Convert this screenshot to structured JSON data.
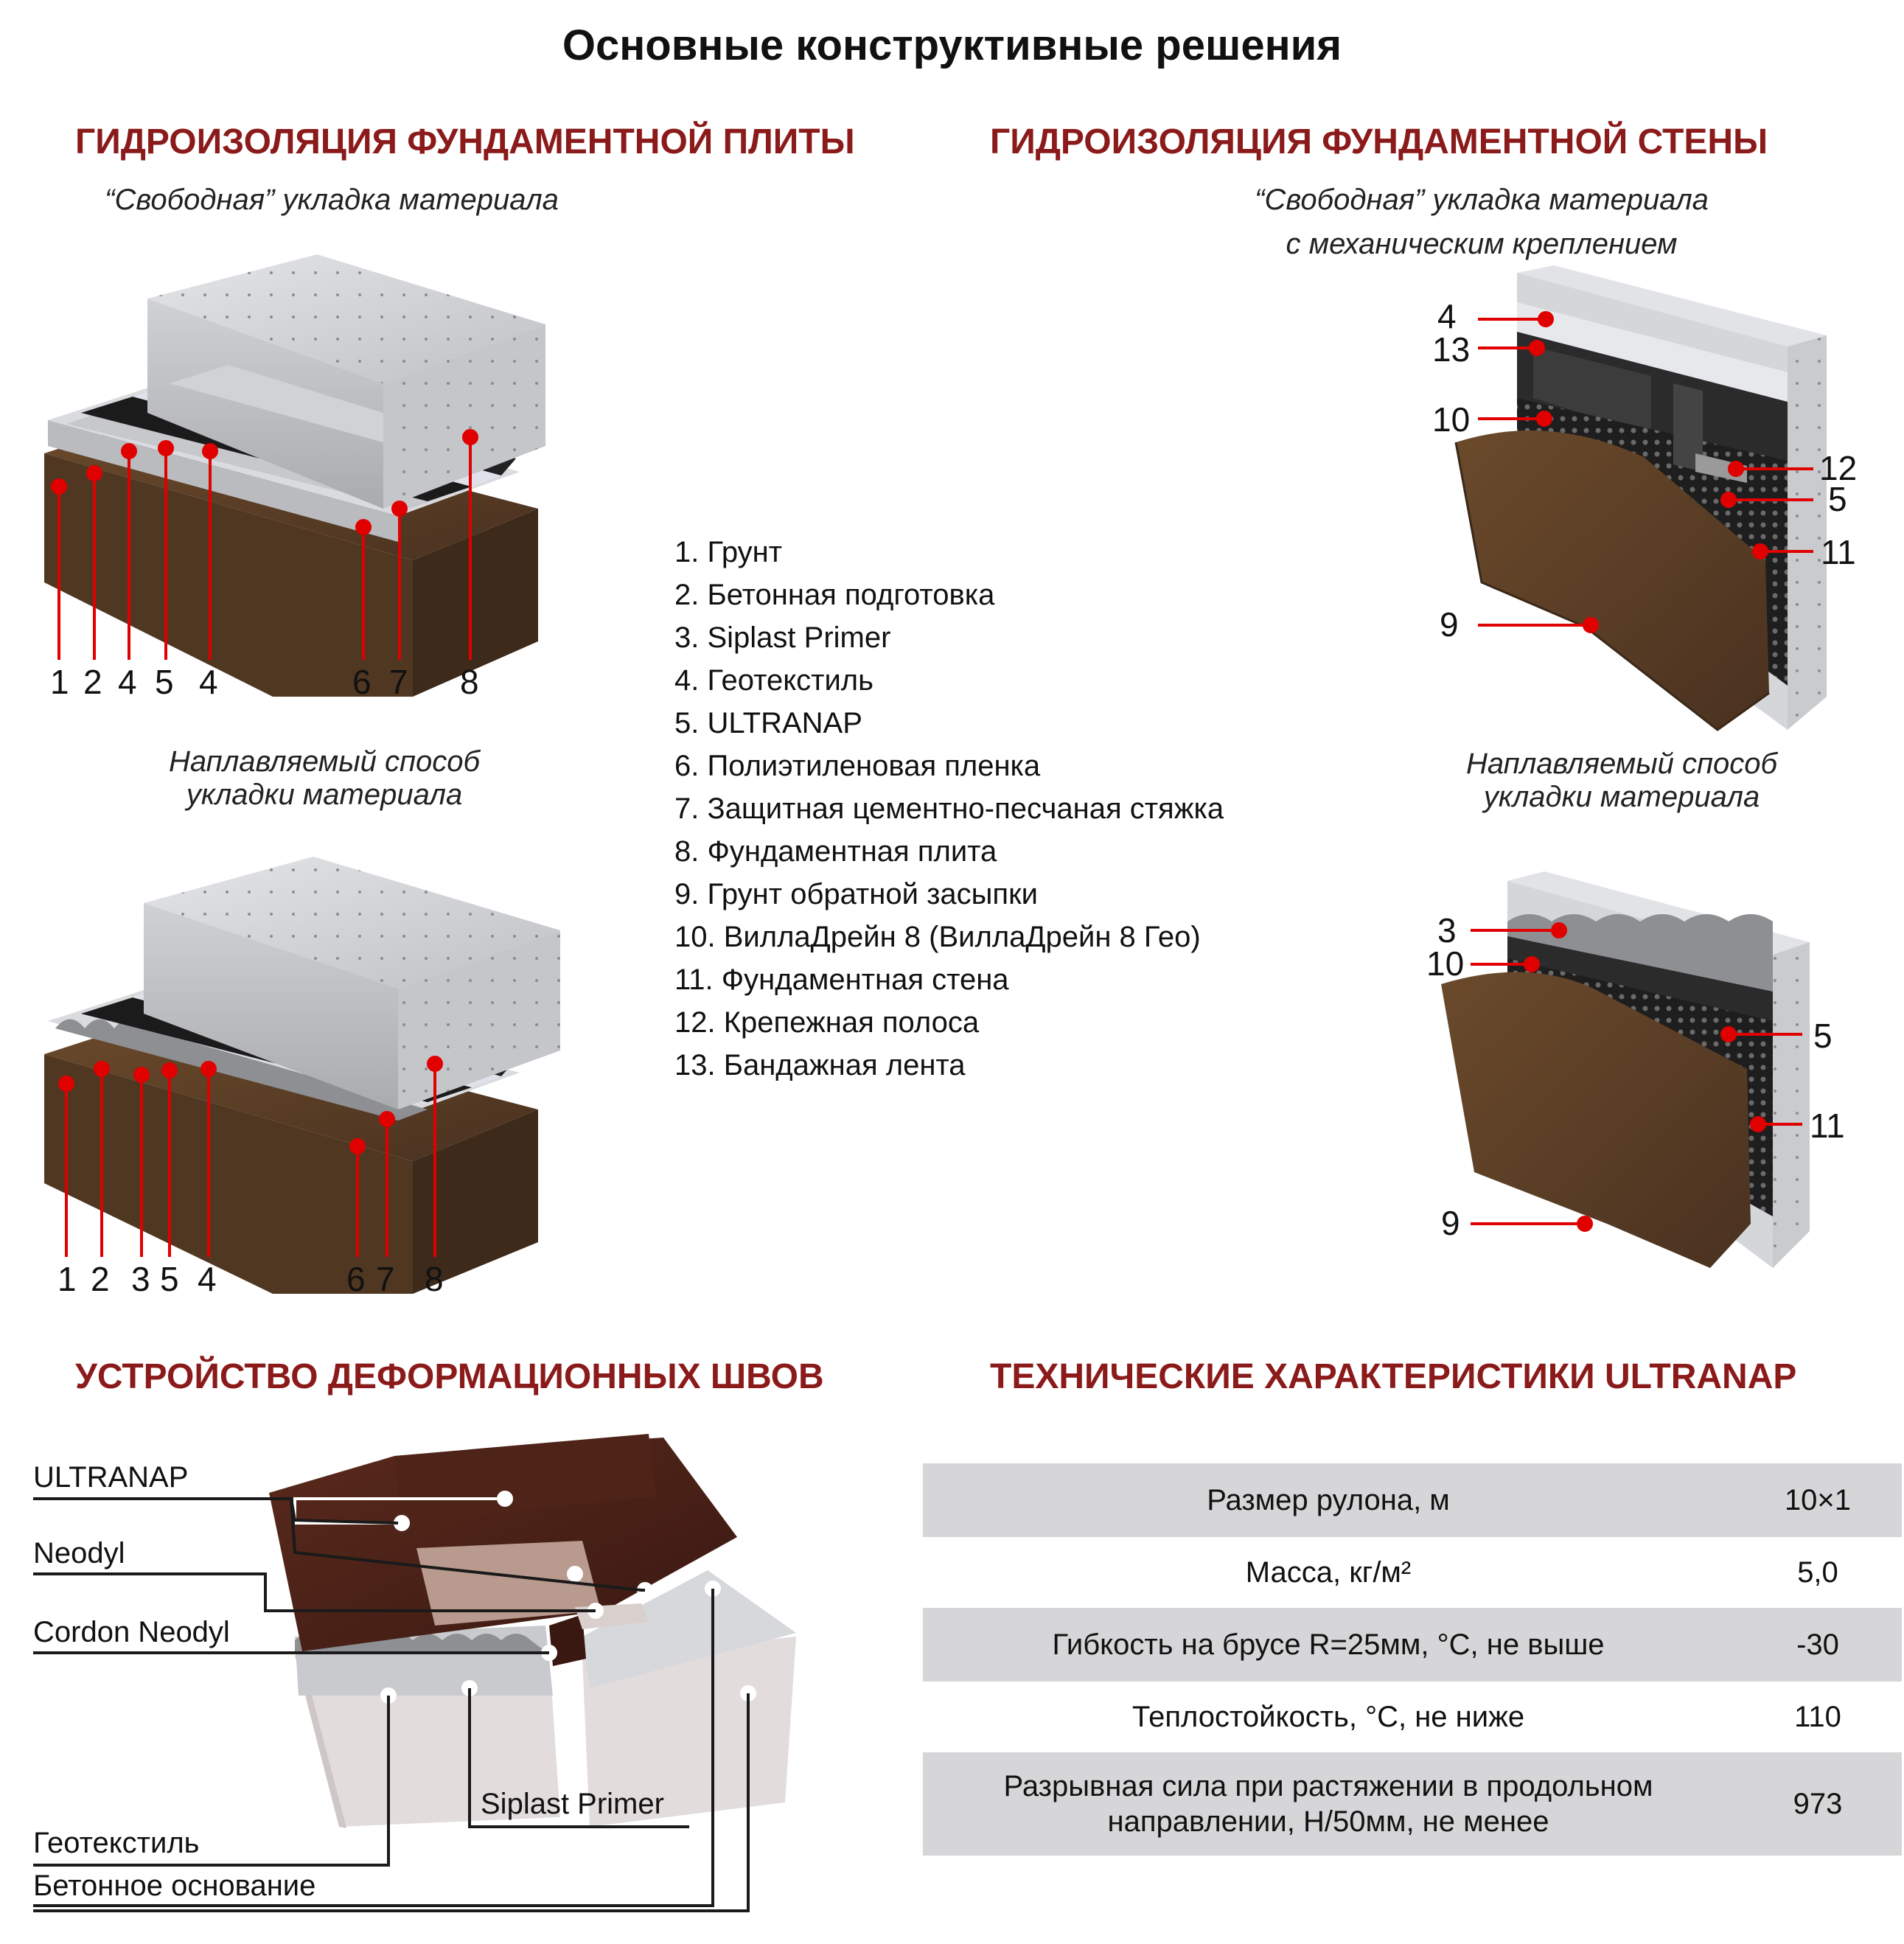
{
  "title": "Основные конструктивные решения",
  "sections": {
    "slab": {
      "heading": "ГИДРОИЗОЛЯЦИЯ ФУНДАМЕНТНОЙ ПЛИТЫ",
      "free_caption": "“Свободная” укладка материала",
      "weld_caption_1": "Наплавляемый способ",
      "weld_caption_2": "укладки материала",
      "free_numbers": [
        "1",
        "2",
        "4",
        "5",
        "4",
        "6",
        "7",
        "8"
      ],
      "weld_numbers": [
        "1",
        "2",
        "3",
        "5",
        "4",
        "6",
        "7",
        "8"
      ]
    },
    "wall": {
      "heading": "ГИДРОИЗОЛЯЦИЯ ФУНДАМЕНТНОЙ СТЕНЫ",
      "free_caption_1": "“Свободная” укладка материала",
      "free_caption_2": "с механическим креплением",
      "weld_caption_1": "Наплавляемый способ",
      "weld_caption_2": "укладки материала",
      "free_left_numbers": [
        "4",
        "13",
        "10",
        "9"
      ],
      "free_right_numbers": [
        "12",
        "5",
        "11"
      ],
      "weld_left_numbers": [
        "3",
        "10",
        "9"
      ],
      "weld_right_numbers": [
        "5",
        "11"
      ]
    },
    "joints": {
      "heading": "УСТРОЙСТВО ДЕФОРМАЦИОННЫХ ШВОВ",
      "labels": [
        "ULTRANAP",
        "Neodyl",
        "Cordon Neodyl",
        "Siplast Primer",
        "Геотекстиль",
        "Бетонное основание"
      ]
    },
    "specs": {
      "heading": "ТЕХНИЧЕСКИЕ ХАРАКТЕРИСТИКИ ULTRANAP",
      "rows": [
        {
          "param": "Размер рулона, м",
          "value": "10×1"
        },
        {
          "param": "Масса, кг/м²",
          "value": "5,0"
        },
        {
          "param": "Гибкость на брусе R=25мм, °C, не выше",
          "value": "-30"
        },
        {
          "param": "Теплостойкость, °C, не ниже",
          "value": "110"
        },
        {
          "param": "Разрывная сила при растяжении в продольном направлении, Н/50мм, не менее",
          "value": "973"
        }
      ]
    }
  },
  "legend": [
    "1. Грунт",
    "2. Бетонная подготовка",
    "3. Siplast Primer",
    "4. Геотекстиль",
    "5. ULTRANAP",
    "6. Полиэтиленовая пленка",
    "7. Защитная цементно-песчаная стяжка",
    "8. Фундаментная плита",
    "9. Грунт обратной засыпки",
    "10. ВиллаДрейн 8 (ВиллаДрейн 8 Гео)",
    "11. Фундаментная стена",
    "12. Крепежная полоса",
    "13. Бандажная лента"
  ],
  "colors": {
    "heading": "#8b1a1a",
    "marker": "#e00000",
    "soil": "#5b4128",
    "concrete": "#d3d5d8",
    "membrane": "#1f1f1f",
    "brown_membrane": "#4a2318",
    "table_shade": "#d6d6d8"
  }
}
